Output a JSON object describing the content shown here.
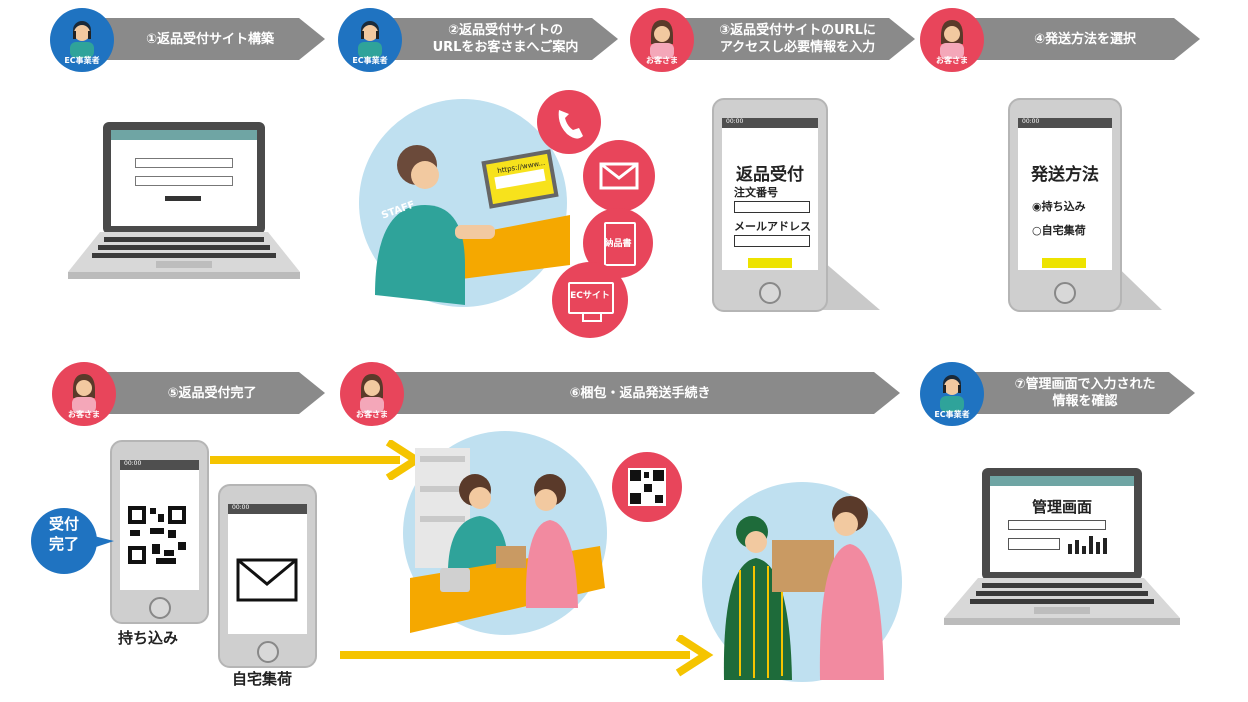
{
  "steps": [
    {
      "text": "①返品受付サイト構築",
      "role": "EC事業者"
    },
    {
      "text": "②返品受付サイトの\nURLをお客さまへご案内",
      "role": "EC事業者"
    },
    {
      "text": "③返品受付サイトのURLに\nアクセスし必要情報を入力",
      "role": "お客さま"
    },
    {
      "text": "④発送方法を選択",
      "role": "お客さま"
    },
    {
      "text": "⑤返品受付完了",
      "role": "お客さま"
    },
    {
      "text": "⑥梱包・返品発送手続き",
      "role": "お客さま"
    },
    {
      "text": "⑦管理画面で入力された\n情報を確認",
      "role": "EC事業者"
    }
  ],
  "step2_scene": {
    "staff_text": "STAFF",
    "url_text": "https://www...",
    "contact_items": [
      "納品書",
      "ECサイト"
    ]
  },
  "phone_status_time": "00:00",
  "phone3": {
    "title": "返品受付",
    "field1_label": "注文番号",
    "field2_label": "メールアドレス"
  },
  "phone4": {
    "title": "発送方法",
    "option1": "◉持ち込み",
    "option2": "○自宅集荷"
  },
  "step5": {
    "badge": "受付\n完了",
    "label_carry": "持ち込み",
    "label_pickup": "自宅集荷"
  },
  "admin_title": "管理画面",
  "colors": {
    "band": "#8a8a8a",
    "business_blue": "#1f73c1",
    "customer_red": "#e8455b",
    "arrow_yellow": "#f5c400",
    "screen_teal": "#6fa5a4",
    "accent_yellow": "#ede300"
  }
}
